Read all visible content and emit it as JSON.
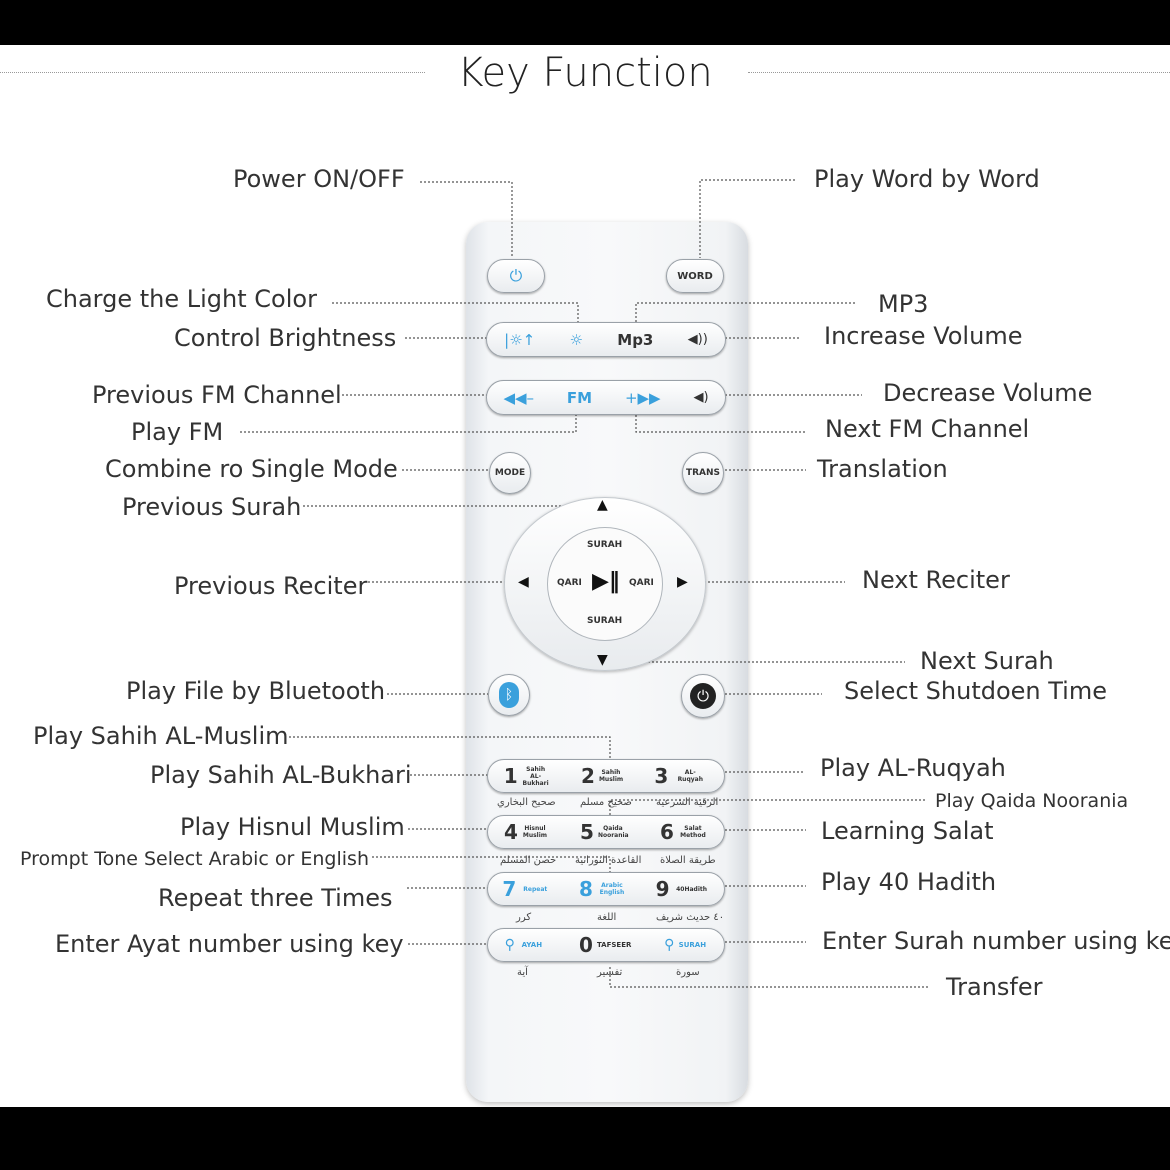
{
  "title": "Key Function",
  "buttons": {
    "word": "WORD",
    "mp3": "Mp3",
    "fm": "FM",
    "mode": "MODE",
    "trans": "TRANS",
    "surah_top": "SURAH",
    "surah_bottom": "SURAH",
    "qari_left": "QARI",
    "qari_right": "QARI",
    "keys": [
      {
        "num": "1",
        "sub": "Sahih AL-Bukhari",
        "arabic": "صحيح البخاري"
      },
      {
        "num": "2",
        "sub": "Sahih Muslim",
        "arabic": "صحيح مسلم"
      },
      {
        "num": "3",
        "sub": "AL-Ruqyah",
        "arabic": "الرقية الشرعية"
      },
      {
        "num": "4",
        "sub": "Hisnul Muslim",
        "arabic": "حصن المسلم"
      },
      {
        "num": "5",
        "sub": "Qaida Noorania",
        "arabic": "القاعدة النورانية"
      },
      {
        "num": "6",
        "sub": "Salat Method",
        "arabic": "طريقة الصلاة"
      },
      {
        "num": "7",
        "sub": "Repeat",
        "arabic": "كرر"
      },
      {
        "num": "8",
        "sub": "Arabic English",
        "arabic": "اللغة"
      },
      {
        "num": "9",
        "sub": "40Hadith",
        "arabic": "٤٠ حديث شريف"
      },
      {
        "num": "",
        "sub": "AYAH",
        "arabic": "آية"
      },
      {
        "num": "0",
        "sub": "TAFSEER",
        "arabic": "تفسير"
      },
      {
        "num": "",
        "sub": "SURAH",
        "arabic": "سورة"
      }
    ]
  },
  "callouts": {
    "power": "Power ON/OFF",
    "word": "Play Word by Word",
    "light_color": "Charge the Light Color",
    "mp3": "MP3",
    "brightness": "Control Brightness",
    "vol_up": "Increase Volume",
    "prev_fm": "Previous FM Channel",
    "vol_down": "Decrease Volume",
    "play_fm": "Play FM",
    "next_fm": "Next FM Channel",
    "mode": "Combine ro Single Mode",
    "translation": "Translation",
    "prev_surah": "Previous Surah",
    "prev_reciter": "Previous Reciter",
    "next_reciter": "Next Reciter",
    "next_surah": "Next Surah",
    "bluetooth": "Play File by Bluetooth",
    "shutdown": "Select Shutdoen Time",
    "muslim": "Play Sahih AL-Muslim",
    "bukhari": "Play Sahih AL-Bukhari",
    "ruqyah": "Play AL-Ruqyah",
    "qaida": "Play Qaida Noorania",
    "hisnul": "Play Hisnul Muslim",
    "salat": "Learning Salat",
    "prompt": "Prompt Tone Select Arabic or English",
    "repeat": "Repeat three Times",
    "hadith": "Play 40 Hadith",
    "ayat": "Enter Ayat number using key",
    "surah_num": "Enter Surah number using key",
    "transfer": "Transfer"
  },
  "colors": {
    "accent_blue": "#3aa0dc",
    "line": "#555555"
  },
  "icons": [
    "power-icon",
    "brightness-icon",
    "light-icon",
    "volume-up-icon",
    "rewind-icon",
    "forward-icon",
    "volume-down-icon",
    "play-pause-icon",
    "bluetooth-icon",
    "shutdown-icon",
    "search-icon"
  ]
}
